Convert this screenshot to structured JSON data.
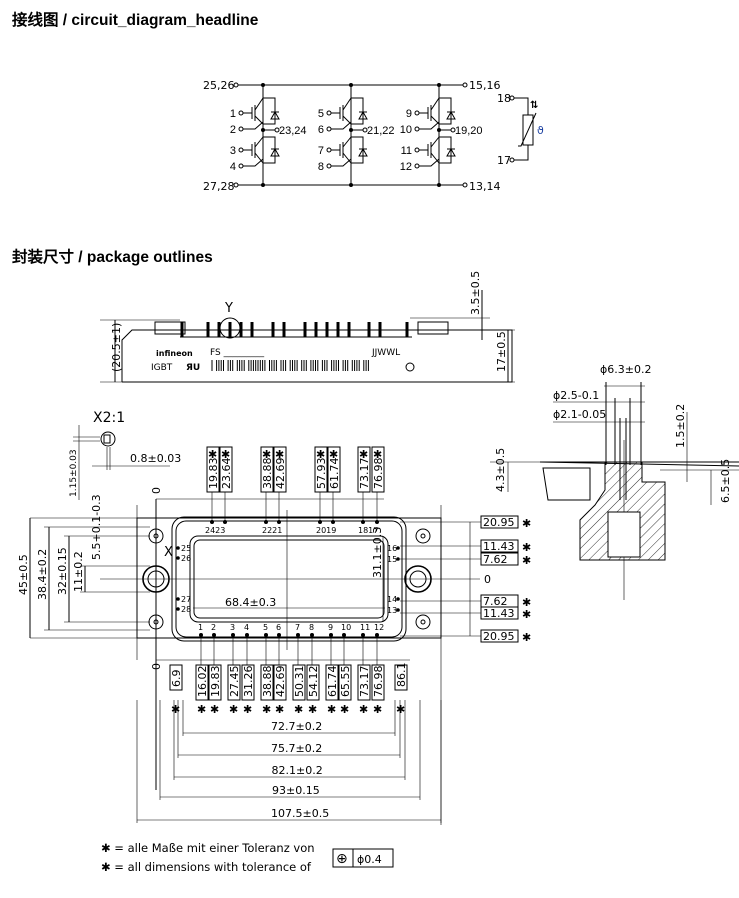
{
  "sections": {
    "circuit_title": "接线图 / circuit_diagram_headline",
    "package_title": "封装尺寸 / package outlines"
  },
  "circuit": {
    "dc_plus": "25,26",
    "dc_minus": "27,28",
    "rail_top_right": "15,16",
    "rail_bottom_right": "13,14",
    "phases": [
      {
        "gate_hi": "1",
        "emitter_hi": "2",
        "gate_lo": "3",
        "emitter_lo": "4",
        "output": "23,24"
      },
      {
        "gate_hi": "5",
        "emitter_hi": "6",
        "gate_lo": "7",
        "emitter_lo": "8",
        "output": "21,22"
      },
      {
        "gate_hi": "9",
        "emitter_hi": "10",
        "gate_lo": "11",
        "emitter_lo": "12",
        "output": "19,20"
      }
    ],
    "ntc": {
      "pin_top": "18",
      "pin_bottom": "17",
      "symbol": "ϑ"
    }
  },
  "side_view": {
    "detail_label": "Y",
    "logo": "infineon",
    "type_text": "FS _________",
    "date_code": "JJWWL",
    "igbt_text": "IGBT",
    "dim_total_height": "(20.5±1)",
    "dim_body_height": "17±0.5",
    "dim_pin_height": "3.5±0.5"
  },
  "pin_detail": {
    "dia_outer": "ϕ6.3±0.2",
    "dia_pin1": "ϕ2.5-0.1",
    "dia_pin2": "ϕ2.1-0.05",
    "dim_1": "1.5±0.2",
    "dim_2": "6.5±0.5",
    "dim_3": "4.3±0.5"
  },
  "detail_x": {
    "label": "X2:1",
    "pin_width": "0.8±0.03",
    "pin_depth": "1.15±0.03",
    "marker": "X"
  },
  "top_view": {
    "origin": "0",
    "dim_45": "45±0.5",
    "dim_38": "38.4±0.2",
    "dim_32": "32±0.15",
    "dim_11": "11±0.2",
    "dim_55": "5.5+0.1-0.3",
    "dim_684": "68.4±0.3",
    "dim_311": "31.1±0.3",
    "top_pin_labels": [
      "2423",
      "2221",
      "2019",
      "1817"
    ],
    "bottom_pin_labels": [
      "1",
      "2",
      "3",
      "4",
      "5",
      "6",
      "7",
      "8",
      "9",
      "10",
      "11",
      "12"
    ],
    "left_pin_labels": [
      "25",
      "26",
      "27",
      "28"
    ],
    "right_pin_labels": [
      "16",
      "15",
      "14",
      "13"
    ],
    "top_dims": [
      "19.83",
      "23.64",
      "38.88",
      "42.69",
      "57.93",
      "61.74",
      "73.17",
      "76.98"
    ],
    "bottom_dims": [
      "6.9",
      "16.02",
      "19.83",
      "27.45",
      "31.26",
      "38.88",
      "42.69",
      "50.31",
      "54.12",
      "61.74",
      "65.55",
      "73.17",
      "76.98",
      "86.1"
    ],
    "right_dims": [
      "20.95",
      "11.43",
      "7.62",
      "0",
      "7.62",
      "11.43",
      "20.95"
    ],
    "width_dims": [
      "72.7±0.2",
      "75.7±0.2",
      "82.1±0.2",
      "93±0.15",
      "107.5±0.5"
    ],
    "asterisk": "✱"
  },
  "notes": {
    "line_de": "✱ = alle Maße mit einer Toleranz von",
    "line_en": "✱ = all dimensions with tolerance of",
    "tolerance_symbol": "⊕",
    "tolerance_value": "ϕ0.4"
  }
}
